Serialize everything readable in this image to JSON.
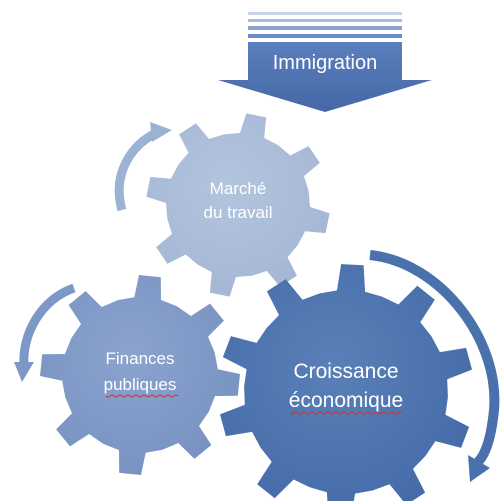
{
  "diagram": {
    "arrow_label": "Immigration",
    "gears": [
      {
        "id": "marche",
        "lines": [
          "Marché",
          "du travail"
        ],
        "color": "#a9bbd7"
      },
      {
        "id": "finances",
        "lines": [
          "Finances",
          "publiques"
        ],
        "color": "#7d98c6"
      },
      {
        "id": "croissance",
        "lines": [
          "Croissance",
          "économique"
        ],
        "color": "#4a71ac"
      }
    ],
    "colors": {
      "arrow_fill": "#6b8cc4",
      "arrow_light": "#cfd9ea",
      "curved_arrow_light": "#9cb2d3",
      "curved_arrow_dark": "#4a71ac",
      "spellcheck_underline": "#d62e2e"
    }
  }
}
